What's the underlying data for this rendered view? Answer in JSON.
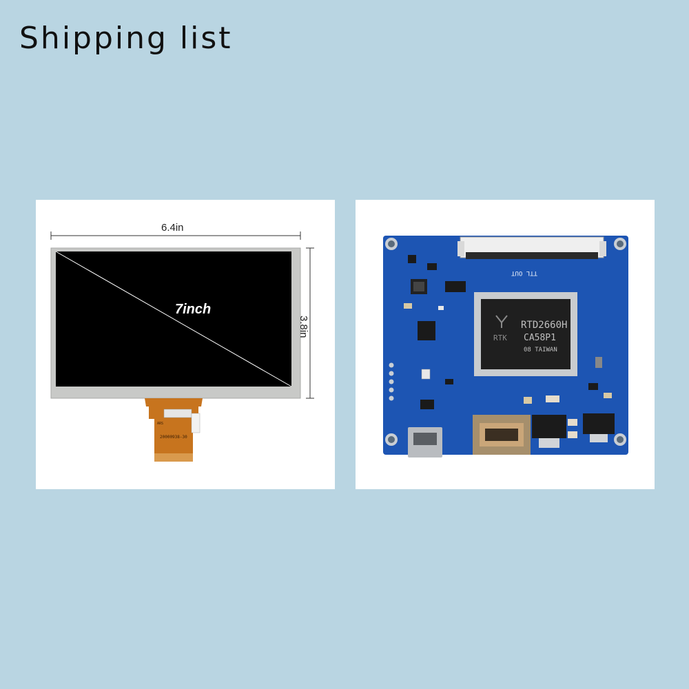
{
  "page": {
    "title": "Shipping list"
  },
  "lcd_panel": {
    "width_label": "6.4in",
    "height_label": "3.8in",
    "diagonal_label": "7inch",
    "fpc_code": "20000938-30"
  },
  "controller_board": {
    "chip_model": "RTD2660H",
    "chip_batch": "CA58P1",
    "chip_origin": "08 TAIWAN",
    "connector_label": "TTL OUT",
    "chip_brand": "RTK"
  },
  "colors": {
    "background": "#b9d5e2",
    "pcb_blue": "#1d55b3",
    "fpc_orange": "#c7741e"
  }
}
